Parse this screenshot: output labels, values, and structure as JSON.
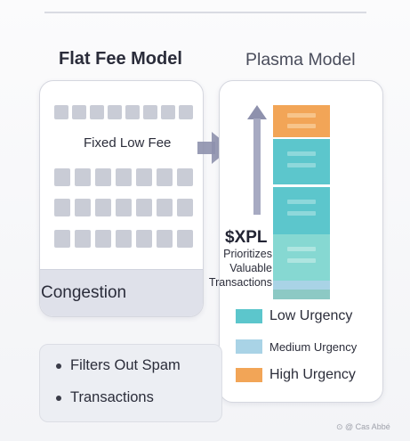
{
  "flat": {
    "title": "Flat Fee Model",
    "fee_label": "Fixed Low Fee",
    "footer_label": "Congestion"
  },
  "plasma": {
    "title": "Plasma Model",
    "token": "$XPL",
    "priority_lines": [
      "Prioritizes",
      "Valuable",
      "Transactions"
    ]
  },
  "legend": [
    {
      "label": "Low Urgency",
      "color": "#5cc6cc"
    },
    {
      "label": "Medium Urgency",
      "color": "#a9d3e6"
    },
    {
      "label": "High Urgency",
      "color": "#f2a557"
    }
  ],
  "bullets": [
    "Filters Out Spam",
    "Transactions"
  ],
  "watermark": "⊙ @ Cas Abbé",
  "colors": {
    "high": "#f2a557",
    "low": "#5cc6cc",
    "low_light": "#86d8d2",
    "medium": "#a9d3e6",
    "gray_block": "#c9ccd6",
    "arrow": "#8e91ad"
  }
}
